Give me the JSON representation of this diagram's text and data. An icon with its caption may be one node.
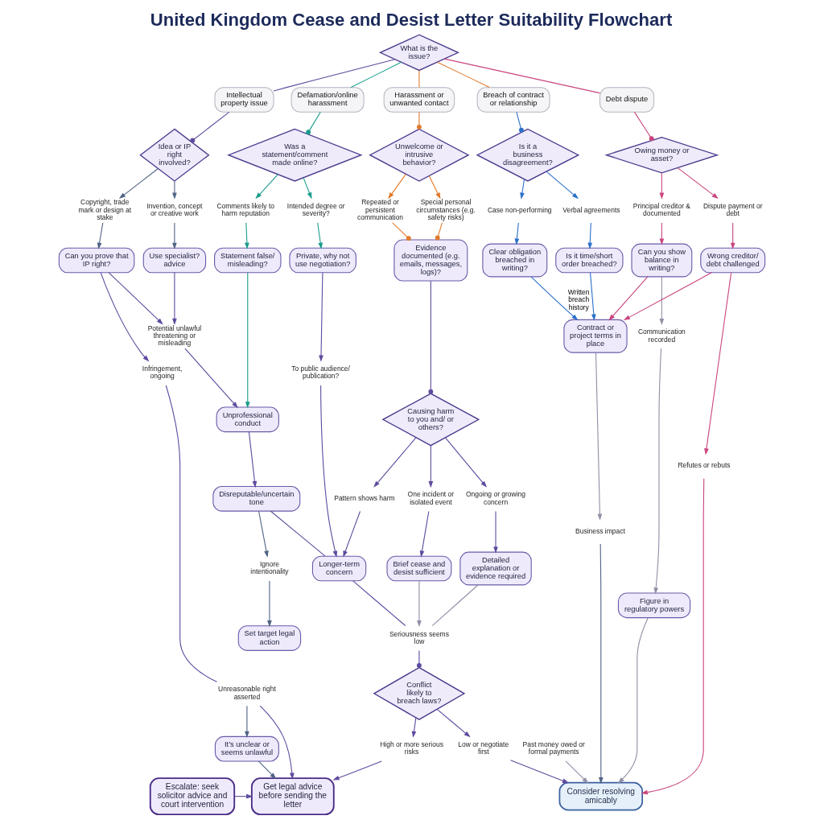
{
  "diagram": {
    "title": "United Kingdom Cease and Desist Letter Suitability Flowchart",
    "nodes": [
      {
        "text": [
          "What is the issue?"
        ]
      },
      {
        "text": [
          "Intellectual property issue"
        ]
      },
      {
        "text": [
          "Defamation/online harassment"
        ]
      },
      {
        "text": [
          "Harassment or unwanted contact"
        ]
      },
      {
        "text": [
          "Breach of contract or relationship"
        ]
      },
      {
        "text": [
          "Debt dispute"
        ]
      },
      {
        "text": [
          "Idea or IP right involved?"
        ]
      },
      {
        "text": [
          "Was a statement/comment made online?"
        ]
      },
      {
        "text": [
          "Unwelcome or intrusive behavior?"
        ]
      },
      {
        "text": [
          "Is it a business disagreement?"
        ]
      },
      {
        "text": [
          "Owing money or asset?"
        ]
      },
      {
        "text": [
          "Copyright, trade mark or design at stake"
        ]
      },
      {
        "text": [
          "Invention, concept or creative work"
        ]
      },
      {
        "text": [
          "Comments likely to harm reputation"
        ]
      },
      {
        "text": [
          "Intended degree or severity?"
        ]
      },
      {
        "text": [
          "Repeated or persistent communication"
        ]
      },
      {
        "text": [
          "Special personal circumstances (e.g. safety risks)"
        ]
      },
      {
        "text": [
          "Case non-performing"
        ]
      },
      {
        "text": [
          "Verbal agreements"
        ]
      },
      {
        "text": [
          "Principal creditor & documented"
        ]
      },
      {
        "text": [
          "Dispute payment or debt"
        ]
      },
      {
        "text": [
          "Can you prove that IP right?"
        ]
      },
      {
        "text": [
          "Use specialist? advice"
        ]
      },
      {
        "text": [
          "Statement false/ misleading?"
        ]
      },
      {
        "text": [
          "Private, why not use negotiation?"
        ]
      },
      {
        "text": [
          "Evidence documented (e.g. emails, messages, logs)?"
        ]
      },
      {
        "text": [
          "Clear obligation breached in writing?"
        ]
      },
      {
        "text": [
          "Is it time/short order breached?"
        ]
      },
      {
        "text": [
          "Can you show balance in writing?"
        ]
      },
      {
        "text": [
          "Wrong creditor/ debt challenged"
        ]
      },
      {
        "text": [
          "Infringement, ongoing"
        ]
      },
      {
        "text": [
          "Potential unlawful threatening or misleading"
        ]
      },
      {
        "text": [
          "To public audience/ publication?"
        ]
      },
      {
        "text": [
          "Causing harm to you and/ or others?"
        ]
      },
      {
        "text": [
          "Contract or project terms in place"
        ]
      },
      {
        "text": [
          "Pattern shows harm"
        ]
      },
      {
        "text": [
          "One incident or isolated event"
        ]
      },
      {
        "text": [
          "Ongoing or growing concern"
        ]
      },
      {
        "text": [
          "Past money owed or formal payments"
        ]
      },
      {
        "text": [
          "Communication recorded"
        ]
      },
      {
        "text": [
          "Refutes or rebuts"
        ]
      },
      {
        "text": [
          "Unprofessional conduct"
        ]
      },
      {
        "text": [
          "Longer-term concern"
        ]
      },
      {
        "text": [
          "Brief cease and desist sufficient"
        ]
      },
      {
        "text": [
          "Detailed explanation or evidence required"
        ]
      },
      {
        "text": [
          "Unreasonable right asserted"
        ]
      },
      {
        "text": [
          "Disreputable/uncertain tone"
        ]
      },
      {
        "text": [
          "Business impact"
        ]
      },
      {
        "text": [
          "Figure in regulatory powers"
        ]
      },
      {
        "text": [
          "It’s unclear or seems unlawful"
        ]
      },
      {
        "text": [
          "Seriousness seems low"
        ]
      },
      {
        "text": [
          "Ignore intentionality"
        ]
      },
      {
        "text": [
          "Set target legal action"
        ]
      },
      {
        "text": [
          "Conflict likely to breach laws?"
        ]
      },
      {
        "text": [
          "High or more serious risks"
        ]
      },
      {
        "text": [
          "Low or negotiate first"
        ]
      },
      {
        "text": [
          "Escalate: seek solicitor advice and court intervention"
        ]
      },
      {
        "text": [
          "Get legal advice before sending the letter"
        ]
      },
      {
        "text": [
          "Consider resolving amicably"
        ]
      }
    ],
    "edges": [
      {
        "from": 0,
        "to": 1,
        "arrow": "none"
      },
      {
        "from": 0,
        "to": 2,
        "arrow": "none",
        "color": "#1a9c8c"
      },
      {
        "from": 0,
        "to": 3,
        "arrow": "none",
        "color": "#e07a2c"
      },
      {
        "from": 0,
        "to": 4,
        "arrow": "none",
        "color": "#e07a2c"
      },
      {
        "from": 0,
        "to": 5,
        "arrow": "none",
        "color": "#c9447e"
      },
      {
        "from": 1,
        "to": 6,
        "arrow": "other"
      },
      {
        "from": 2,
        "to": 7,
        "arrow": "other",
        "color": "#1a9c8c"
      },
      {
        "from": 3,
        "to": 8,
        "arrow": "other",
        "color": "#e07a2c"
      },
      {
        "from": 4,
        "to": 9,
        "arrow": "other",
        "color": "#2a6fc9"
      },
      {
        "from": 5,
        "to": 10,
        "arrow": "other",
        "color": "#c9447e"
      },
      {
        "from": 6,
        "to": 11,
        "arrow": "to",
        "color": "#4f6384"
      },
      {
        "from": 6,
        "to": 12,
        "arrow": "to",
        "color": "#4f6384"
      },
      {
        "from": 7,
        "to": 13,
        "arrow": "to",
        "color": "#1a9c8c"
      },
      {
        "from": 7,
        "to": 14,
        "arrow": "to",
        "color": "#1a9c8c"
      },
      {
        "from": 8,
        "to": 15,
        "arrow": "to",
        "color": "#e07a2c"
      },
      {
        "from": 8,
        "to": 16,
        "arrow": "to",
        "color": "#e07a2c"
      },
      {
        "from": 9,
        "to": 17,
        "arrow": "to",
        "color": "#2a6fc9"
      },
      {
        "from": 9,
        "to": 18,
        "arrow": "to",
        "color": "#2a6fc9"
      },
      {
        "from": 10,
        "to": 19,
        "arrow": "to",
        "color": "#c9447e"
      },
      {
        "from": 10,
        "to": 20,
        "arrow": "to",
        "color": "#c9447e"
      },
      {
        "from": 11,
        "to": 21,
        "arrow": "to",
        "color": "#4f6384"
      },
      {
        "from": 12,
        "to": 22,
        "arrow": "to",
        "color": "#4f6384"
      },
      {
        "from": 13,
        "to": 23,
        "arrow": "to",
        "color": "#1a9c8c"
      },
      {
        "from": 14,
        "to": 24,
        "arrow": "to",
        "color": "#1a9c8c"
      },
      {
        "from": 15,
        "to": 25,
        "arrow": "other",
        "color": "#e07a2c"
      },
      {
        "from": 16,
        "to": 25,
        "arrow": "other",
        "color": "#e07a2c"
      },
      {
        "from": 17,
        "to": 26,
        "arrow": "to",
        "color": "#2a6fc9"
      },
      {
        "from": 18,
        "to": 27,
        "arrow": "to",
        "color": "#2a6fc9"
      },
      {
        "from": 19,
        "to": 28,
        "arrow": "to",
        "color": "#c9447e"
      },
      {
        "from": 20,
        "to": 29,
        "arrow": "to",
        "color": "#c9447e"
      },
      {
        "from": 21,
        "to": 30,
        "arrow": "to"
      },
      {
        "from": 21,
        "to": 31,
        "arrow": "to"
      },
      {
        "from": 22,
        "to": 31,
        "arrow": "to"
      },
      {
        "from": 24,
        "to": 32,
        "arrow": "to"
      },
      {
        "from": 25,
        "to": 33,
        "arrow": "other"
      },
      {
        "from": 26,
        "to": 34,
        "arrow": "to",
        "label": "Written breach history",
        "color": "#2a6fc9"
      },
      {
        "from": 27,
        "to": 34,
        "arrow": "to",
        "color": "#2a6fc9"
      },
      {
        "from": 28,
        "to": 34,
        "arrow": "to",
        "color": "#c9447e"
      },
      {
        "from": 29,
        "to": 34,
        "arrow": "to",
        "color": "#c9447e"
      },
      {
        "from": 28,
        "to": 39,
        "arrow": "to",
        "color": "#8f8fa6"
      },
      {
        "from": 29,
        "to": 40,
        "arrow": "to",
        "color": "#c9447e"
      },
      {
        "from": 33,
        "to": 35,
        "arrow": "to"
      },
      {
        "from": 33,
        "to": 36,
        "arrow": "to"
      },
      {
        "from": 33,
        "to": 37,
        "arrow": "to"
      },
      {
        "from": 23,
        "to": 41,
        "arrow": "to",
        "color": "#1a9c8c"
      },
      {
        "from": 31,
        "to": 41,
        "arrow": "to"
      },
      {
        "from": 32,
        "to": 42,
        "arrow": "to"
      },
      {
        "from": 35,
        "to": 42,
        "arrow": "to"
      },
      {
        "from": 46,
        "to": 42,
        "arrow": "none"
      },
      {
        "from": 36,
        "to": 43,
        "arrow": "to"
      },
      {
        "from": 37,
        "to": 44,
        "arrow": "to"
      },
      {
        "from": 30,
        "to": 45,
        "arrow": "none"
      },
      {
        "from": 45,
        "to": 49,
        "arrow": "to",
        "color": "#4f6384"
      },
      {
        "from": 45,
        "to": 57,
        "arrow": "to"
      },
      {
        "from": 41,
        "to": 46,
        "arrow": "to"
      },
      {
        "from": 46,
        "to": 51,
        "arrow": "to",
        "color": "#4f6384"
      },
      {
        "from": 51,
        "to": 52,
        "arrow": "to",
        "color": "#4f6384"
      },
      {
        "from": 34,
        "to": 47,
        "arrow": "to",
        "color": "#8f8fa6"
      },
      {
        "from": 47,
        "to": 58,
        "arrow": "to",
        "color": "#4f6384"
      },
      {
        "from": 38,
        "to": 58,
        "arrow": "to",
        "color": "#8f8fa6"
      },
      {
        "from": 39,
        "to": 48,
        "arrow": "to",
        "color": "#8f8fa6"
      },
      {
        "from": 48,
        "to": 58,
        "arrow": "to",
        "color": "#8f8fa6"
      },
      {
        "from": 40,
        "to": 58,
        "arrow": "to",
        "color": "#c9447e"
      },
      {
        "from": 42,
        "to": 50,
        "arrow": "none"
      },
      {
        "from": 43,
        "to": 50,
        "arrow": "to",
        "color": "#8f8fa6"
      },
      {
        "from": 44,
        "to": 50,
        "arrow": "none",
        "color": "#8f8fa6"
      },
      {
        "from": 50,
        "to": 53,
        "arrow": "other"
      },
      {
        "from": 53,
        "to": 54,
        "arrow": "to"
      },
      {
        "from": 53,
        "to": 55,
        "arrow": "to"
      },
      {
        "from": 54,
        "to": 57,
        "arrow": "to"
      },
      {
        "from": 55,
        "to": 58,
        "arrow": "to"
      },
      {
        "from": 49,
        "to": 57,
        "arrow": "to",
        "color": "#4f6384"
      },
      {
        "from": 56,
        "to": 57,
        "arrow": "to"
      }
    ]
  }
}
